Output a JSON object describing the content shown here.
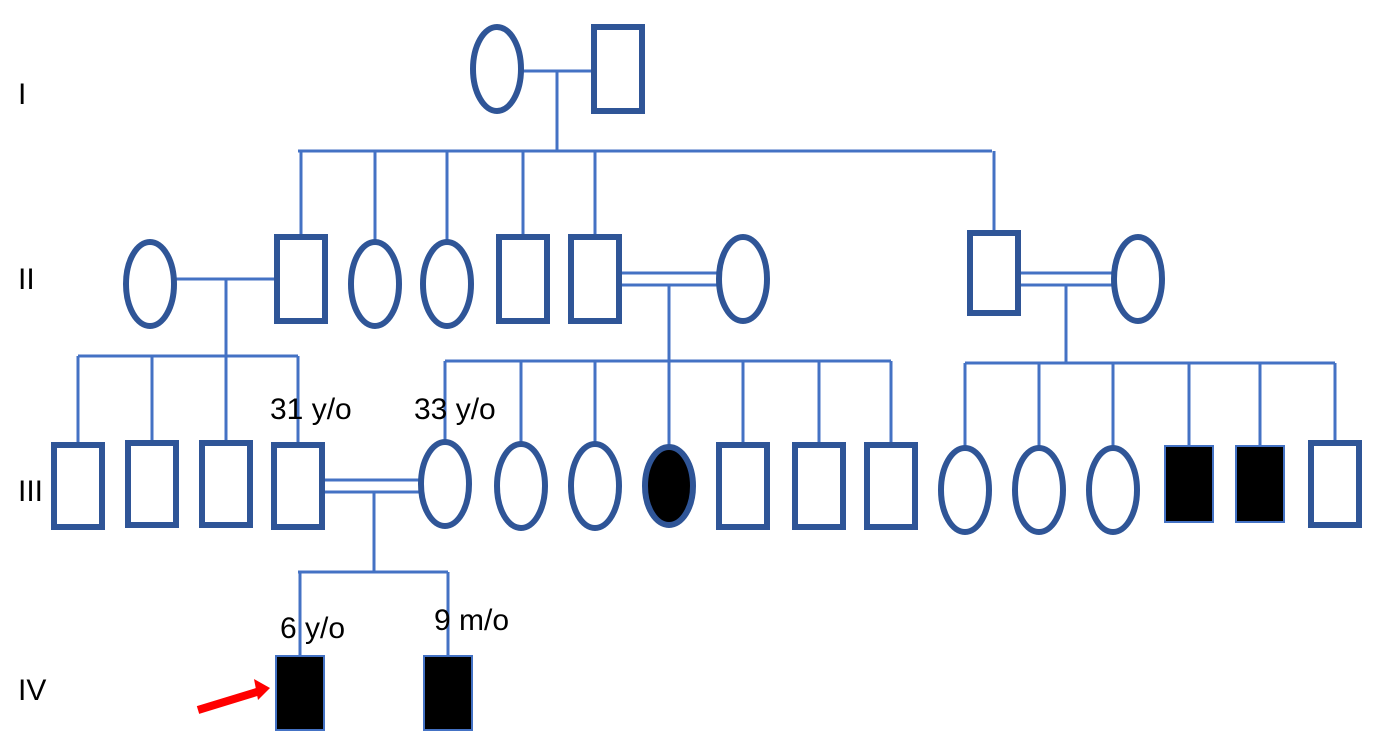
{
  "colors": {
    "line": "#4472C4",
    "outline": "#2F5597",
    "affected": "#000000",
    "unaffected": "#FFFFFF",
    "proband_arrow": "#FF0000"
  },
  "generations": [
    "I",
    "II",
    "III",
    "IV"
  ],
  "ages": {
    "iii4": "31 y/o",
    "iii5": "33 y/o",
    "iv1": "6 y/o",
    "iv2": "9 m/o"
  },
  "individuals": [
    {
      "id": "I-1",
      "generation": "I",
      "sex": "female",
      "affected": false
    },
    {
      "id": "I-2",
      "generation": "I",
      "sex": "male",
      "affected": false
    },
    {
      "id": "II-1",
      "generation": "II",
      "sex": "female",
      "affected": false
    },
    {
      "id": "II-2",
      "generation": "II",
      "sex": "male",
      "affected": false
    },
    {
      "id": "II-3",
      "generation": "II",
      "sex": "female",
      "affected": false
    },
    {
      "id": "II-4",
      "generation": "II",
      "sex": "female",
      "affected": false
    },
    {
      "id": "II-5",
      "generation": "II",
      "sex": "male",
      "affected": false
    },
    {
      "id": "II-6",
      "generation": "II",
      "sex": "male",
      "affected": false
    },
    {
      "id": "II-7",
      "generation": "II",
      "sex": "female",
      "affected": false
    },
    {
      "id": "II-8",
      "generation": "II",
      "sex": "male",
      "affected": false
    },
    {
      "id": "II-9",
      "generation": "II",
      "sex": "female",
      "affected": false
    },
    {
      "id": "III-1",
      "generation": "III",
      "sex": "male",
      "affected": false
    },
    {
      "id": "III-2",
      "generation": "III",
      "sex": "male",
      "affected": false
    },
    {
      "id": "III-3",
      "generation": "III",
      "sex": "male",
      "affected": false
    },
    {
      "id": "III-4",
      "generation": "III",
      "sex": "male",
      "affected": false
    },
    {
      "id": "III-5",
      "generation": "III",
      "sex": "female",
      "affected": false
    },
    {
      "id": "III-6",
      "generation": "III",
      "sex": "female",
      "affected": false
    },
    {
      "id": "III-7",
      "generation": "III",
      "sex": "female",
      "affected": false
    },
    {
      "id": "III-8",
      "generation": "III",
      "sex": "female",
      "affected": true
    },
    {
      "id": "III-9",
      "generation": "III",
      "sex": "male",
      "affected": false
    },
    {
      "id": "III-10",
      "generation": "III",
      "sex": "male",
      "affected": false
    },
    {
      "id": "III-11",
      "generation": "III",
      "sex": "male",
      "affected": false
    },
    {
      "id": "III-12",
      "generation": "III",
      "sex": "female",
      "affected": false
    },
    {
      "id": "III-13",
      "generation": "III",
      "sex": "female",
      "affected": false
    },
    {
      "id": "III-14",
      "generation": "III",
      "sex": "female",
      "affected": false
    },
    {
      "id": "III-15",
      "generation": "III",
      "sex": "male",
      "affected": true
    },
    {
      "id": "III-16",
      "generation": "III",
      "sex": "male",
      "affected": true
    },
    {
      "id": "III-17",
      "generation": "III",
      "sex": "male",
      "affected": false
    },
    {
      "id": "IV-1",
      "generation": "IV",
      "sex": "male",
      "affected": true,
      "proband": true
    },
    {
      "id": "IV-2",
      "generation": "IV",
      "sex": "male",
      "affected": true
    }
  ],
  "unions": [
    {
      "partners": [
        "I-1",
        "I-2"
      ],
      "consanguineous": false,
      "children": [
        "II-2",
        "II-3",
        "II-4",
        "II-5",
        "II-6",
        "II-8"
      ]
    },
    {
      "partners": [
        "II-1",
        "II-2"
      ],
      "consanguineous": false,
      "children": [
        "III-1",
        "III-2",
        "III-3",
        "III-4"
      ]
    },
    {
      "partners": [
        "II-6",
        "II-7"
      ],
      "consanguineous": true,
      "children": [
        "III-5",
        "III-6",
        "III-7",
        "III-8",
        "III-9",
        "III-10",
        "III-11"
      ]
    },
    {
      "partners": [
        "II-8",
        "II-9"
      ],
      "consanguineous": true,
      "children": [
        "III-12",
        "III-13",
        "III-14",
        "III-15",
        "III-16",
        "III-17"
      ]
    },
    {
      "partners": [
        "III-4",
        "III-5"
      ],
      "consanguineous": true,
      "children": [
        "IV-1",
        "IV-2"
      ]
    }
  ]
}
